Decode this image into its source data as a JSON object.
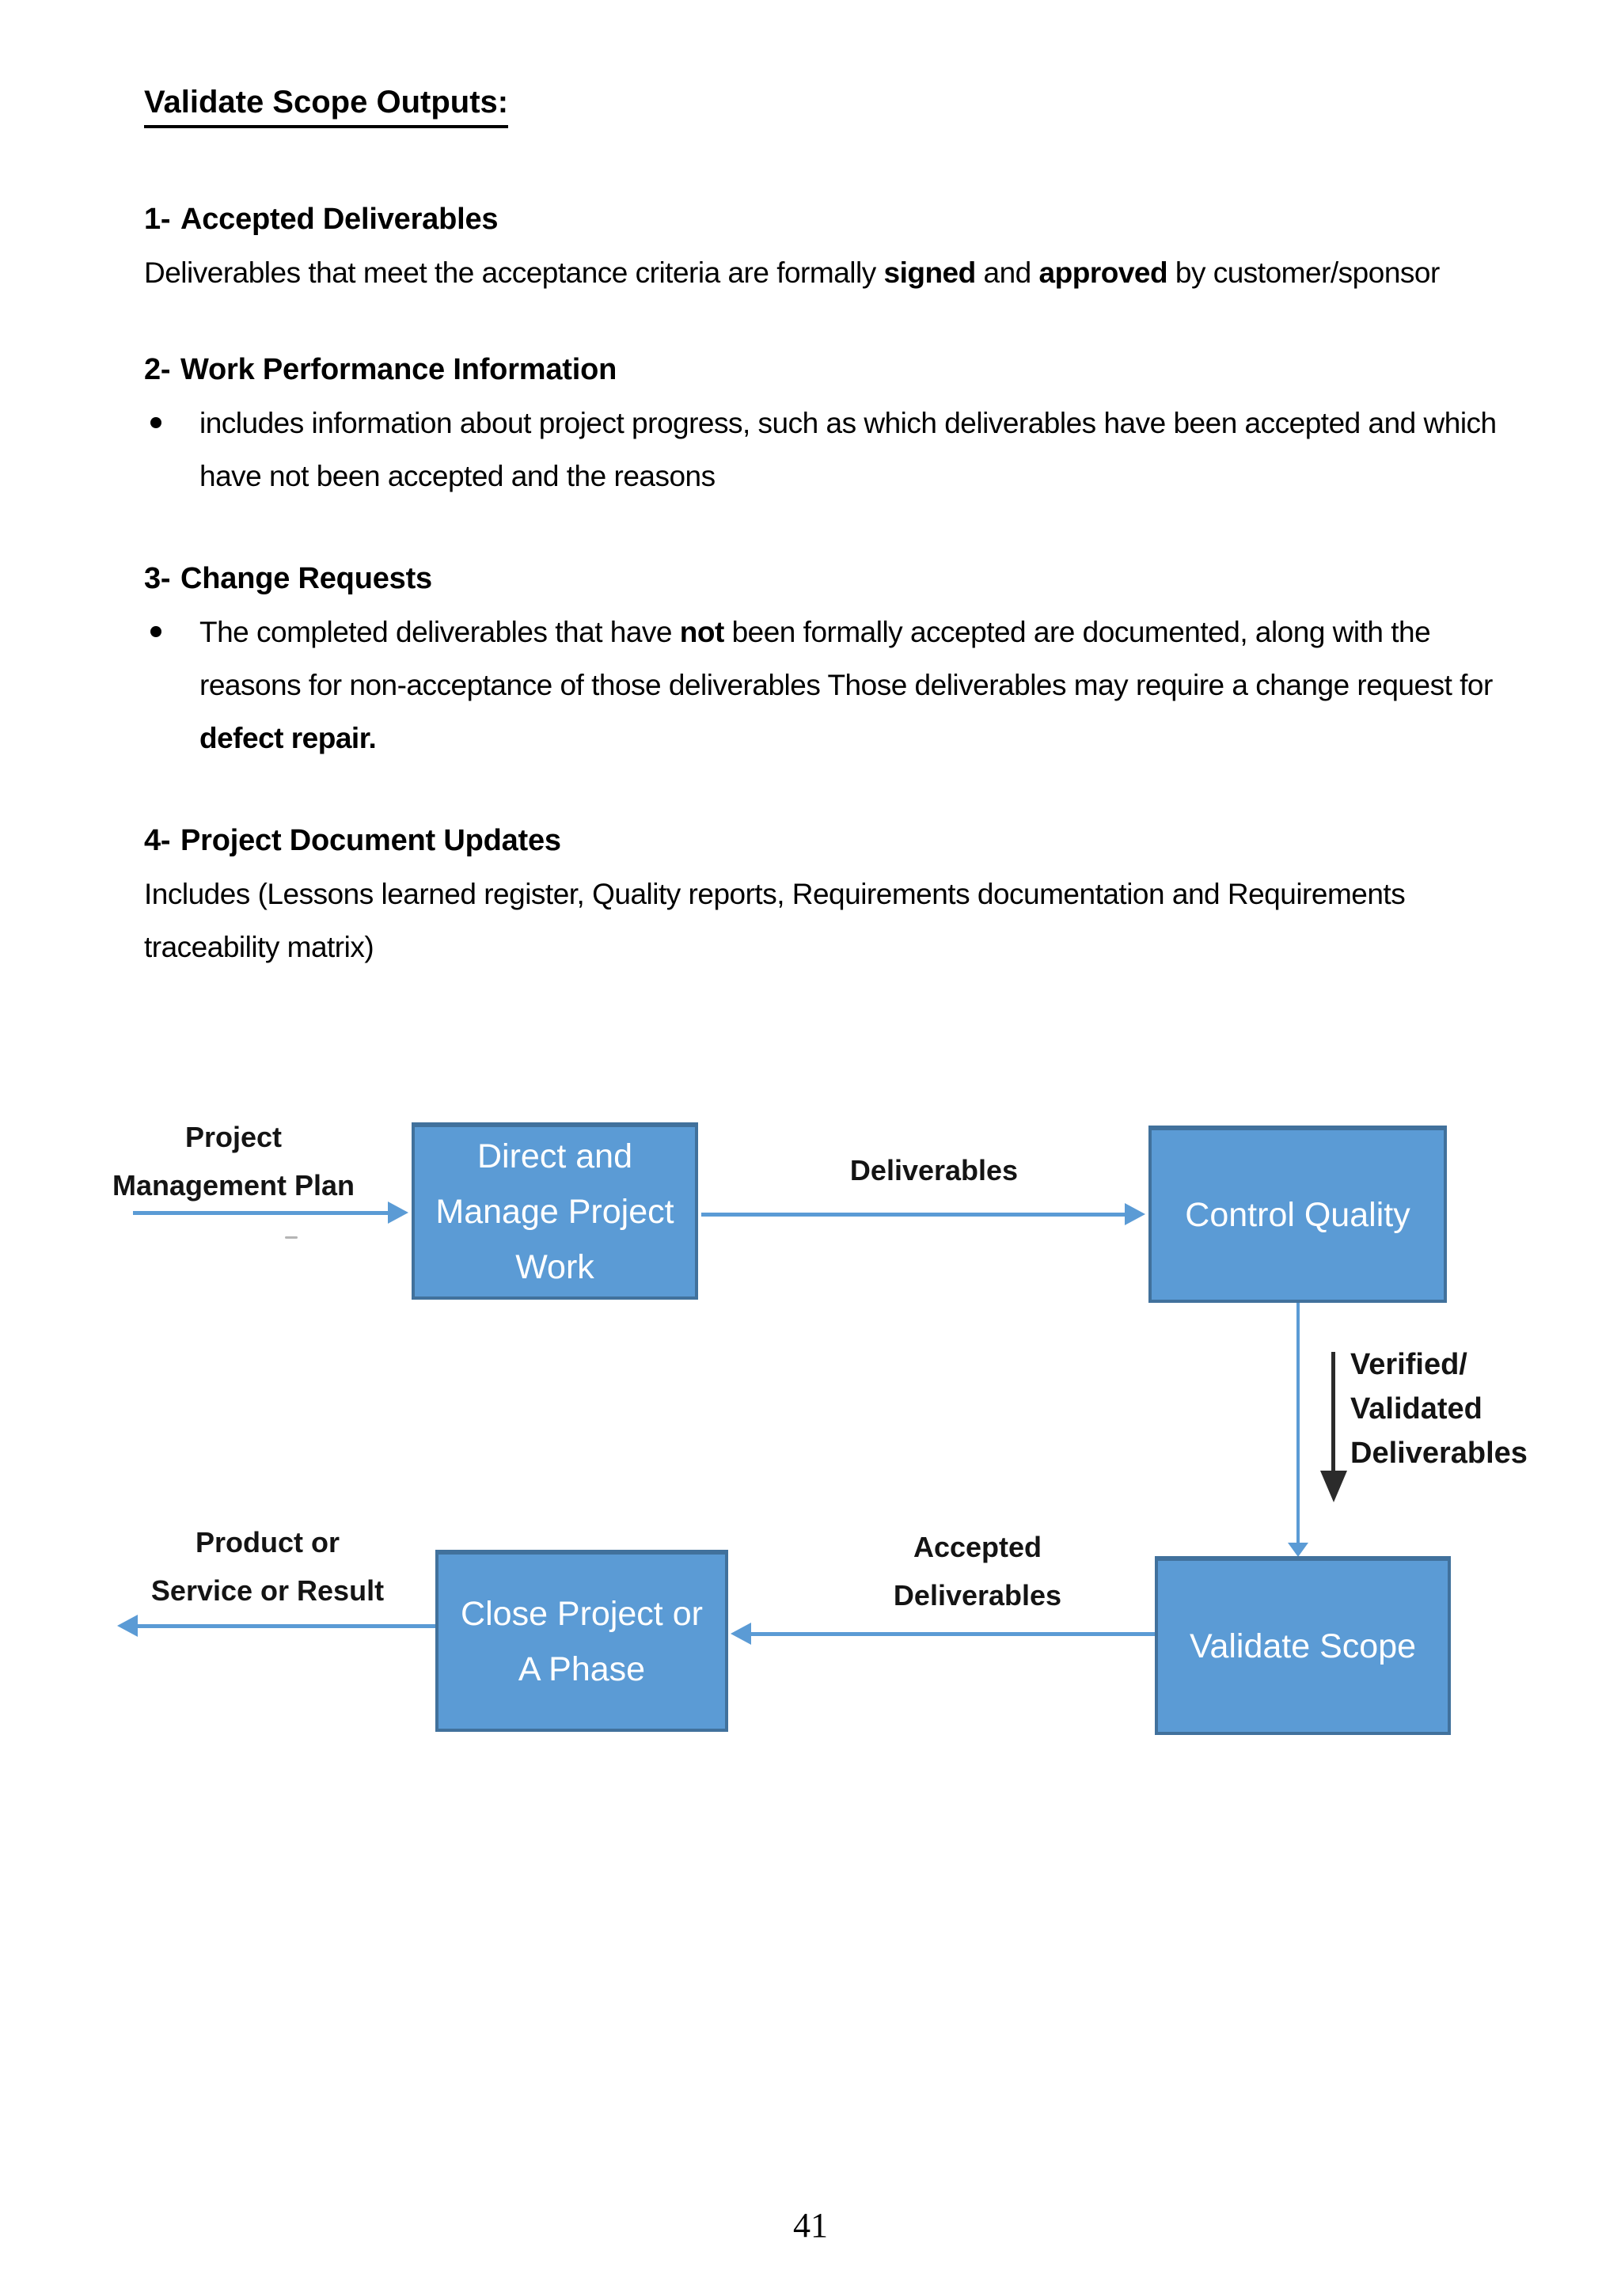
{
  "page_number": "41",
  "content": {
    "title": "Validate Scope Outputs:",
    "sections": [
      {
        "number": "1-",
        "heading": "Accepted Deliverables",
        "paragraph": [
          {
            "text": "Deliverables that meet the acceptance criteria are formally "
          },
          {
            "text": "signed",
            "bold": true
          },
          {
            "text": " and "
          },
          {
            "text": "approved",
            "bold": true
          },
          {
            "text": " by customer/sponsor"
          }
        ]
      },
      {
        "number": "2-",
        "heading": "Work Performance Information",
        "bullets": [
          [
            {
              "text": "includes information about project progress, such as which deliverables have been accepted and which have not been accepted and the reasons"
            }
          ]
        ]
      },
      {
        "number": "3-",
        "heading": "Change Requests",
        "bullets": [
          [
            {
              "text": "The completed deliverables that have "
            },
            {
              "text": "not",
              "bold": true
            },
            {
              "text": " been formally accepted are documented, along with the reasons for non-acceptance of those deliverables Those deliverables may require a change request for "
            },
            {
              "text": "defect repair.",
              "bold": true
            }
          ]
        ]
      },
      {
        "number": "4-",
        "heading": "Project Document Updates",
        "paragraph": [
          {
            "text": "Includes (Lessons learned register, Quality reports, Requirements documentation and Requirements traceability matrix)"
          }
        ]
      }
    ]
  },
  "diagram": {
    "colors": {
      "box_fill": "#5b9bd5",
      "box_border": "#41719c",
      "arrow_blue": "#5b9bd5",
      "arrow_black": "#2b2b2b"
    },
    "boxes": {
      "direct_manage": "Direct and\nManage Project\nWork",
      "control_quality": "Control Quality",
      "close_project": "Close Project or\nA Phase",
      "validate_scope": "Validate Scope"
    },
    "labels": {
      "project_management_plan": "Project\nManagement Plan",
      "deliverables": "Deliverables",
      "verified_validated": "Verified/\nValidated\nDeliverables",
      "product_or_service": "Product or\nService or Result",
      "accepted_deliverables": "Accepted\nDeliverables"
    }
  }
}
